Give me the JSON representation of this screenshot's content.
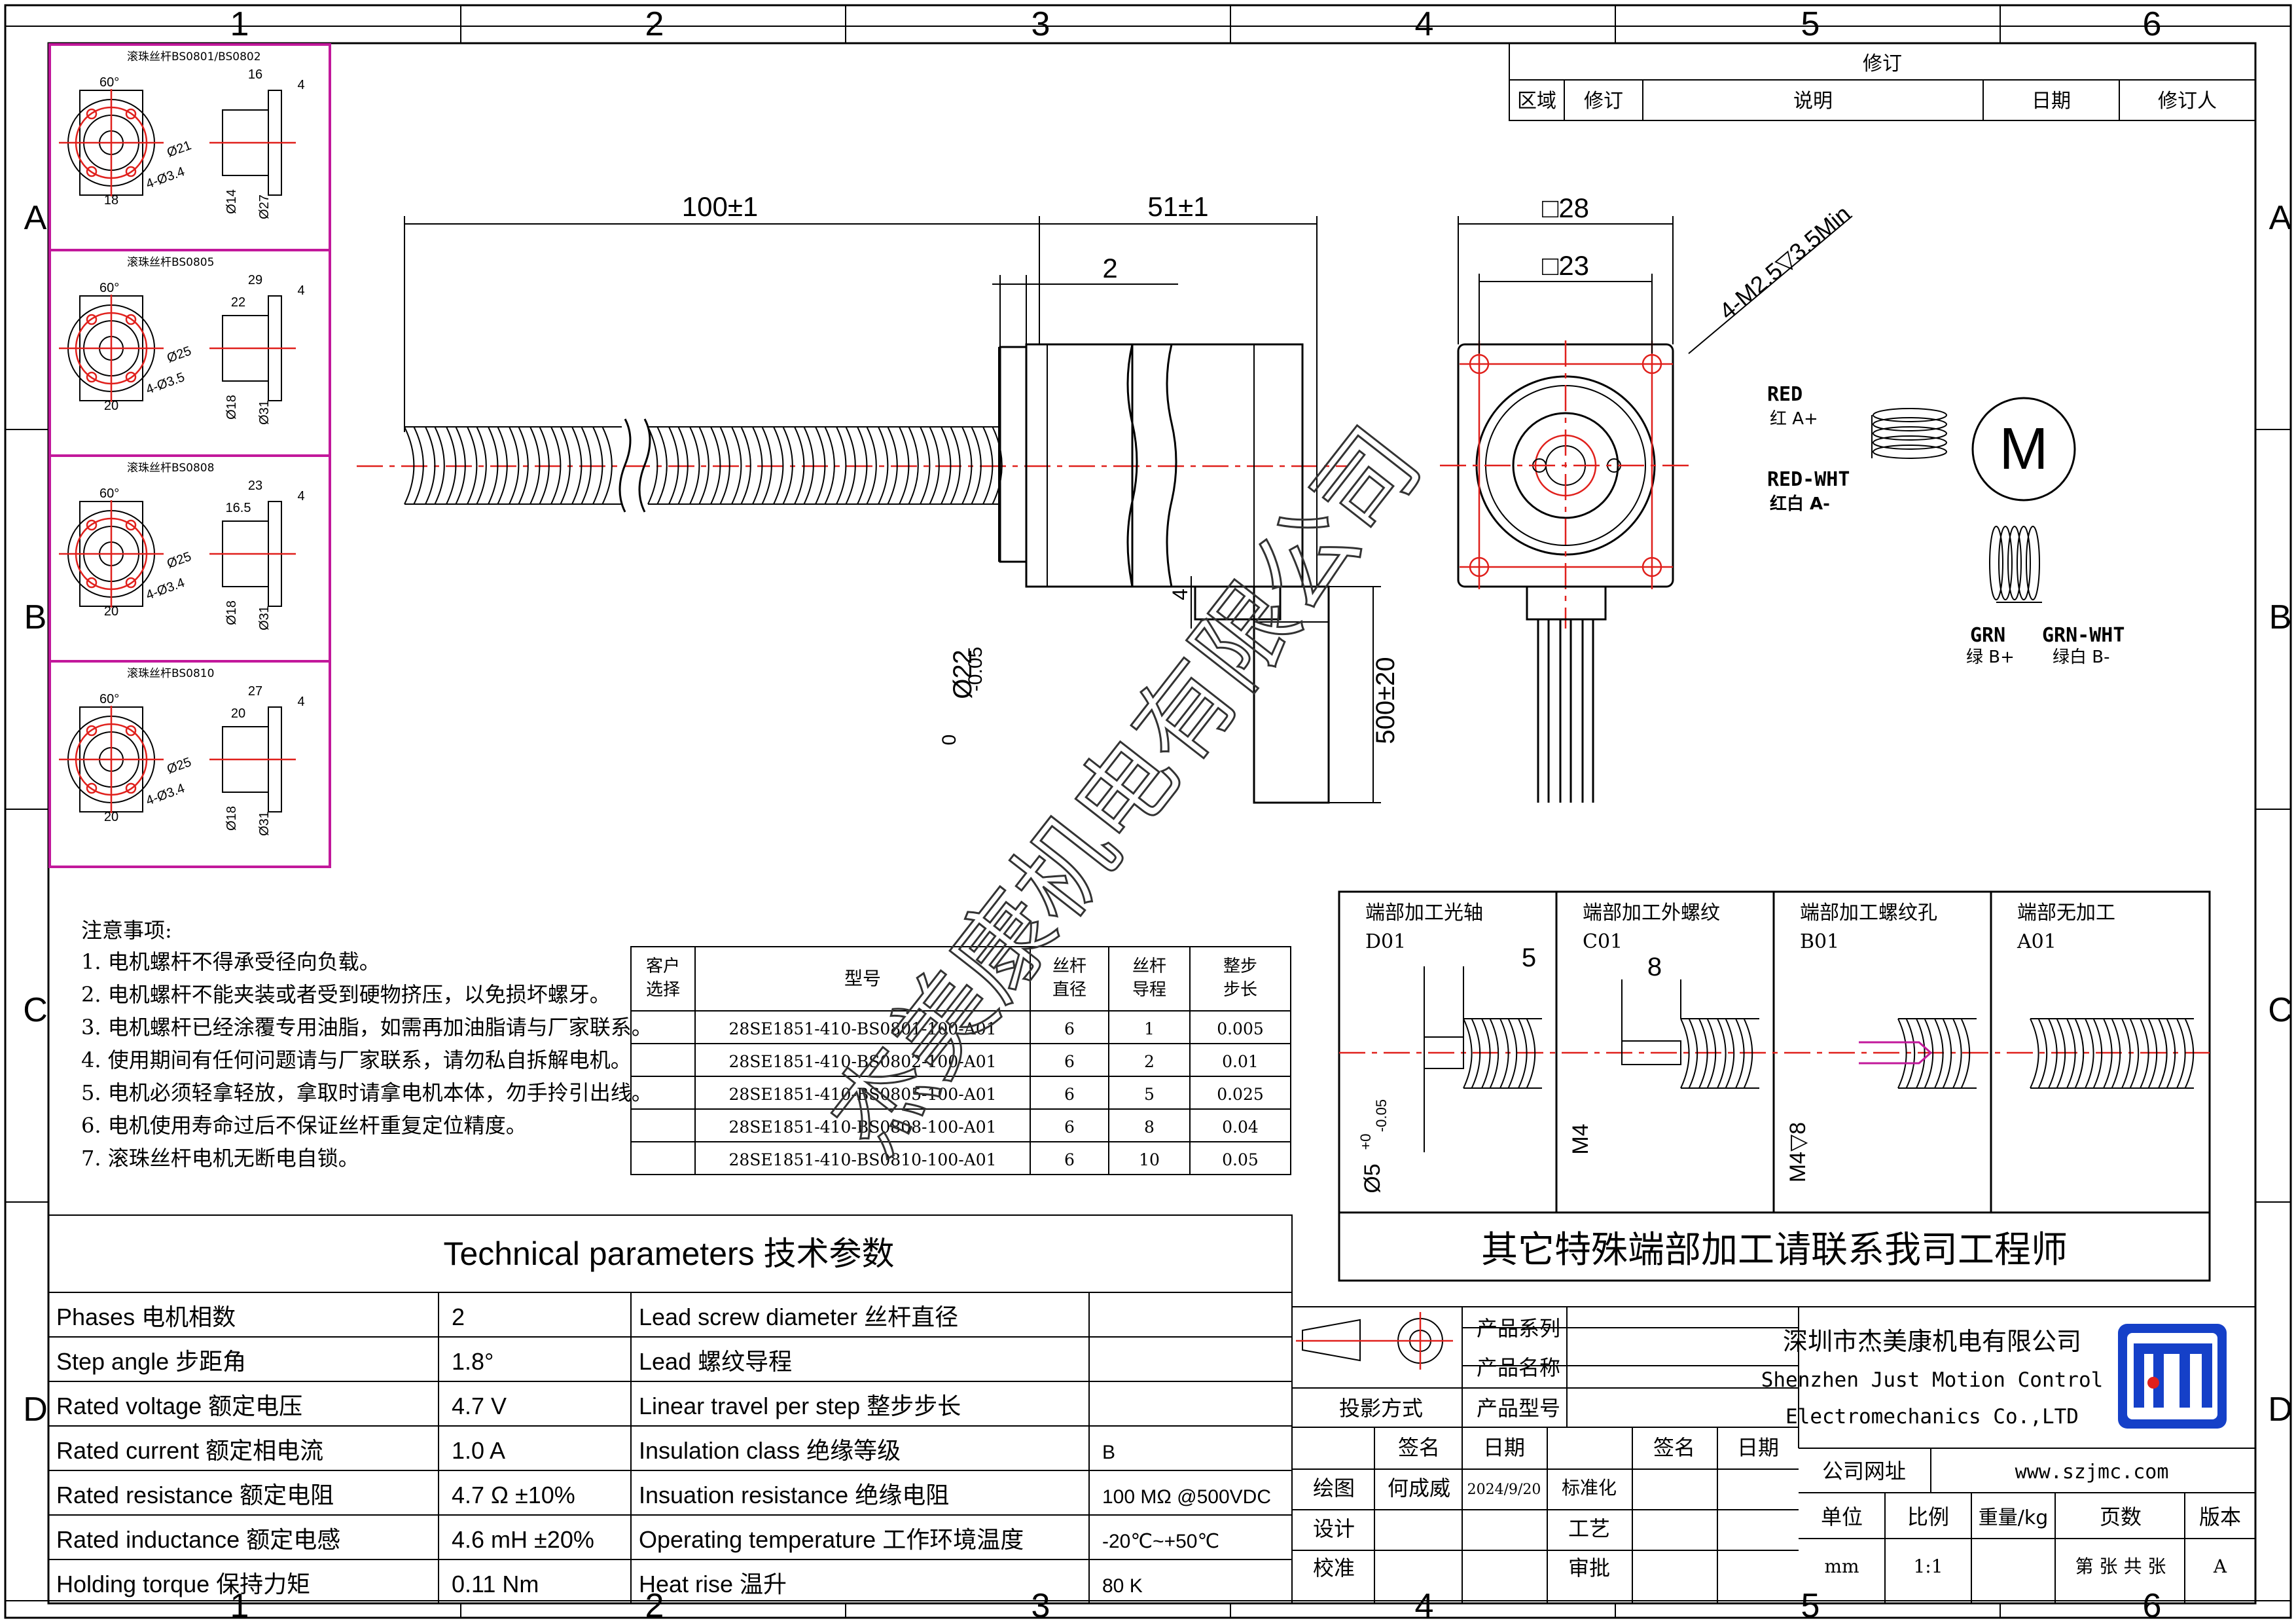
{
  "frame": {
    "columns": [
      "1",
      "2",
      "3",
      "4",
      "5",
      "6"
    ],
    "rows": [
      "A",
      "B",
      "C",
      "D"
    ]
  },
  "revision": {
    "title": "修订",
    "headers": [
      "区域",
      "修订",
      "说明",
      "日期",
      "修订人"
    ]
  },
  "ballscrew": [
    {
      "title": "滚珠丝杆BS0801/BS0802",
      "angle": "60°",
      "d1": "Ø21",
      "holes": "4-Ø3.4",
      "w": "18",
      "l1": "16",
      "l2": "4",
      "s1": "Ø14",
      "s2": "Ø27"
    },
    {
      "title": "滚珠丝杆BS0805",
      "angle": "60°",
      "d1": "Ø25",
      "holes": "4-Ø3.5",
      "w": "20",
      "l1": "29",
      "l1b": "22",
      "l2": "4",
      "s1": "Ø18",
      "s2": "Ø31"
    },
    {
      "title": "滚珠丝杆BS0808",
      "angle": "60°",
      "d1": "Ø25",
      "holes": "4-Ø3.4",
      "w": "20",
      "l1": "23",
      "l1b": "16.5",
      "l2": "4",
      "s1": "Ø18",
      "s2": "Ø31"
    },
    {
      "title": "滚珠丝杆BS0810",
      "angle": "60°",
      "d1": "Ø25",
      "holes": "4-Ø3.4",
      "w": "20",
      "l1": "27",
      "l1b": "20",
      "l2": "4",
      "s1": "Ø18",
      "s2": "Ø31"
    }
  ],
  "dims": {
    "screw_len": "100±1",
    "motor_len": "51±1",
    "flange": "2",
    "boss_d": "Ø22",
    "boss_tol_upper": "0",
    "boss_tol_lower": "-0.05",
    "four": "4",
    "wire_len": "500±20",
    "sq28": "□28",
    "sq23": "□23",
    "holes": "4-M2.5▽3.5Min"
  },
  "wiring": {
    "red": "RED",
    "red_cn": "红  A+",
    "redwht": "RED-WHT",
    "redwht_cn": "红白  A-",
    "grn": "GRN",
    "grn_cn": "绿  B+",
    "grnwht": "GRN-WHT",
    "grnwht_cn": "绿白  B-",
    "motor": "M"
  },
  "notes": {
    "title": "注意事项:",
    "items": [
      "1. 电机螺杆不得承受径向负载。",
      "2. 电机螺杆不能夹装或者受到硬物挤压，以免损坏螺牙。",
      "3. 电机螺杆已经涂覆专用油脂，如需再加油脂请与厂家联系。",
      "4. 使用期间有任何问题请与厂家联系，请勿私自拆解电机。",
      "5. 电机必须轻拿轻放，拿取时请拿电机本体，勿手拎引出线。",
      "6. 电机使用寿命过后不保证丝杆重复定位精度。",
      "7. 滚珠丝杆电机无断电自锁。"
    ]
  },
  "model_table": {
    "headers": [
      "客户选择",
      "型号",
      "丝杆直径",
      "丝杆导程",
      "整步步长"
    ],
    "rows": [
      [
        "",
        "28SE1851-410-BS0801-100-A01",
        "6",
        "1",
        "0.005"
      ],
      [
        "",
        "28SE1851-410-BS0802-100-A01",
        "6",
        "2",
        "0.01"
      ],
      [
        "",
        "28SE1851-410-BS0805-100-A01",
        "6",
        "5",
        "0.025"
      ],
      [
        "",
        "28SE1851-410-BS0808-100-A01",
        "6",
        "8",
        "0.04"
      ],
      [
        "",
        "28SE1851-410-BS0810-100-A01",
        "6",
        "10",
        "0.05"
      ]
    ]
  },
  "ends": {
    "items": [
      {
        "title": "端部加工光轴",
        "code": "D01",
        "dim": "5",
        "dia": "Ø5",
        "tol_upper": "+0",
        "tol_lower": "-0.05"
      },
      {
        "title": "端部加工外螺纹",
        "code": "C01",
        "dim": "8",
        "thread": "M4"
      },
      {
        "title": "端部加工螺纹孔",
        "code": "B01",
        "thread": "M4▽8"
      },
      {
        "title": "端部无加工",
        "code": "A01"
      }
    ],
    "footer": "其它特殊端部加工请联系我司工程师"
  },
  "tech": {
    "title": "Technical parameters 技术参数",
    "rows": [
      [
        "Phases 电机相数",
        "2",
        "Lead screw diameter 丝杆直径",
        ""
      ],
      [
        "Step angle 步距角",
        "1.8°",
        "Lead 螺纹导程",
        ""
      ],
      [
        "Rated voltage 额定电压",
        "4.7 V",
        "Linear travel per step 整步步长",
        ""
      ],
      [
        "Rated current 额定相电流",
        "1.0 A",
        "Insulation class 绝缘等级",
        "B"
      ],
      [
        "Rated resistance 额定电阻",
        "4.7 Ω  ±10%",
        "Insuation resistance 绝缘电阻",
        "100 MΩ @500VDC"
      ],
      [
        "Rated inductance 额定电感",
        "4.6 mH ±20%",
        "Operating temperature 工作环境温度",
        "-20℃~+50℃"
      ],
      [
        "Holding torque 保持力矩",
        "0.11 Nm",
        "Heat rise 温升",
        "80 K"
      ]
    ]
  },
  "title_block": {
    "series": "产品系列",
    "name": "产品名称",
    "projection": "投影方式",
    "model": "产品型号",
    "sign": "签名",
    "date": "日期",
    "draw": "绘图",
    "drawer": "何成威",
    "draw_date": "2024/9/20",
    "standard": "标准化",
    "design": "设计",
    "process": "工艺",
    "check": "校准",
    "approve": "审批",
    "company_cn": "深圳市杰美康机电有限公司",
    "company_en1": "Shenzhen Just Motion Control",
    "company_en2": "Electromechanics Co.,LTD",
    "website_label": "公司网址",
    "website": "www.szjmc.com",
    "unit": "单位",
    "scale": "比例",
    "weight": "重量/kg",
    "pages": "页数",
    "version": "版本",
    "unit_val": "mm",
    "scale_val": "1:1",
    "pages_val": "第 张 共 张",
    "version_val": "A"
  },
  "watermark": "杰美康机电有限公司",
  "colors": {
    "red": "#e0201c",
    "magenta": "#c2189b",
    "logo": "#1540c8"
  }
}
